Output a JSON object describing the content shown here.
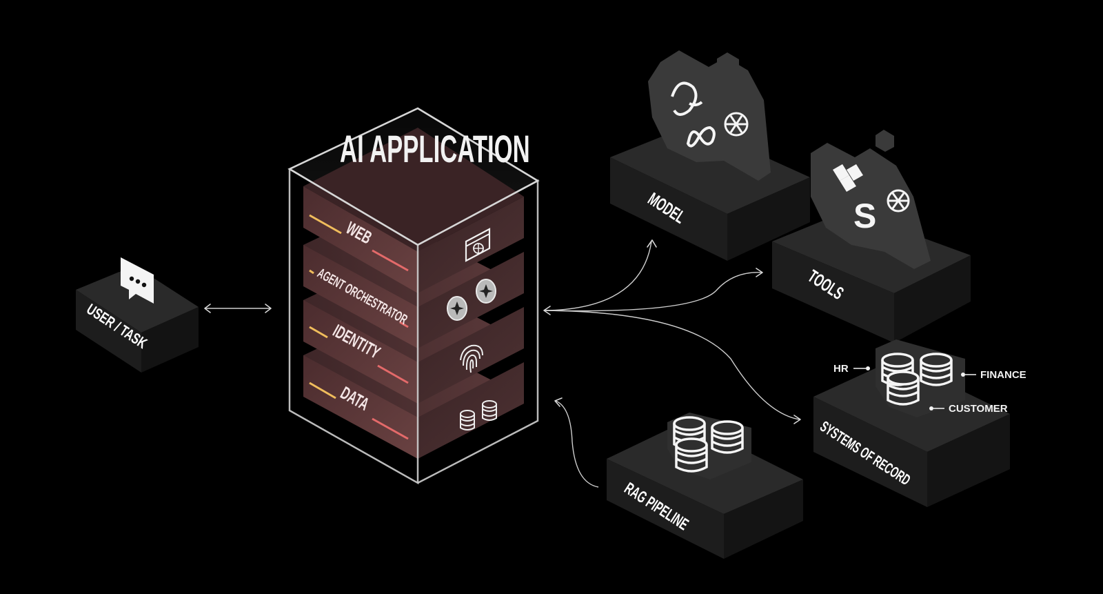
{
  "title": "AI APPLICATION",
  "user": {
    "label": "USER / TASK"
  },
  "app_layers": [
    {
      "label": "WEB"
    },
    {
      "label": "AGENT ORCHESTRATOR"
    },
    {
      "label": "IDENTITY"
    },
    {
      "label": "DATA"
    }
  ],
  "model": {
    "label": "MODEL"
  },
  "tools": {
    "label": "TOOLS"
  },
  "rag": {
    "label": "RAG PIPELINE"
  },
  "systems": {
    "label": "SYSTEMS OF RECORD",
    "tags": {
      "hr": "HR",
      "finance": "FINANCE",
      "customer": "CUSTOMER"
    }
  },
  "colors": {
    "background": "#000000",
    "block_top": "#2b2b2b",
    "block_left": "#1c1c1c",
    "block_right": "#141414",
    "layer": "#5a3535",
    "accent_left": "#e9b65a",
    "accent_right": "#e46a6a"
  }
}
